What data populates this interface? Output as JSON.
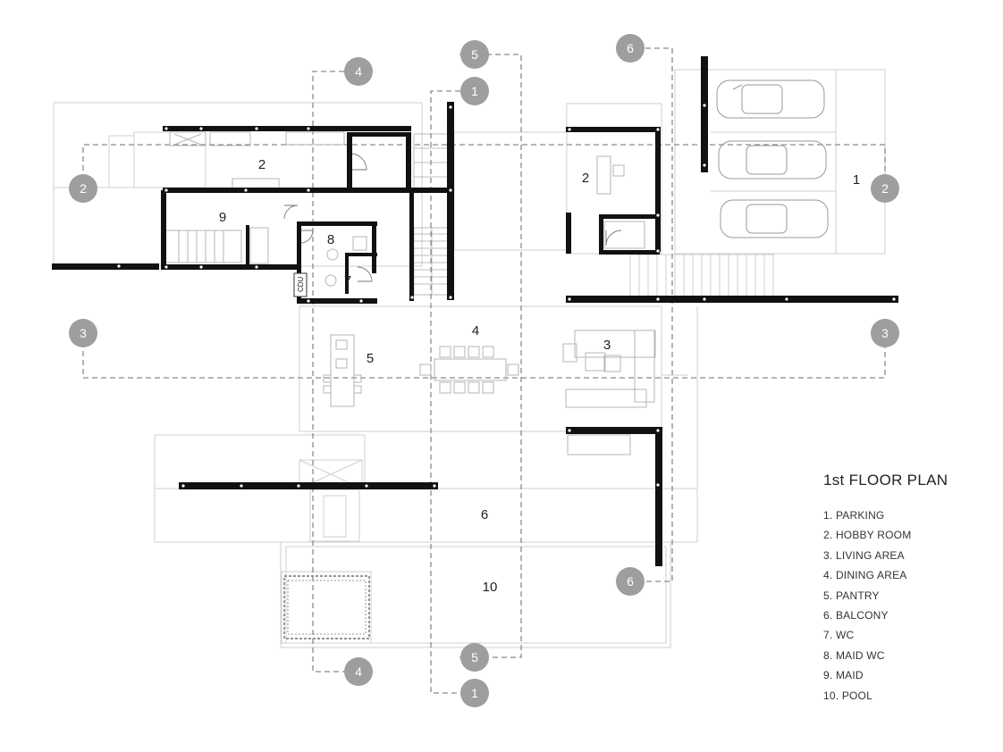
{
  "title": "1st FLOOR PLAN",
  "legend": [
    "1. PARKING",
    "2. HOBBY ROOM",
    "3. LIVING AREA",
    "4. DINING AREA",
    "5. PANTRY",
    "6. BALCONY",
    "7. WC",
    "8. MAID WC",
    "9. MAID",
    "10. POOL"
  ],
  "room_numbers": {
    "parking": "1",
    "hobby_room_left": "2",
    "hobby_room_right": "2",
    "living_area": "3",
    "dining_area": "4",
    "pantry": "5",
    "balcony": "6",
    "wc": "7",
    "maid_wc": "8",
    "maid": "9",
    "pool": "10"
  },
  "cdu_label": "CDU",
  "section_markers": {
    "m1_top": "1",
    "m1_bottom": "1",
    "m2_left": "2",
    "m2_right": "2",
    "m3_left": "3",
    "m3_right": "3",
    "m4_top": "4",
    "m4_bottom": "4",
    "m5_top": "5",
    "m5_bottom": "5",
    "m6_top": "6",
    "m6_bottom": "6"
  },
  "colors": {
    "wall": "#111111",
    "marker": "#9e9e9e",
    "section_line": "#8a8a8a",
    "furniture": "#c4c4c4"
  }
}
